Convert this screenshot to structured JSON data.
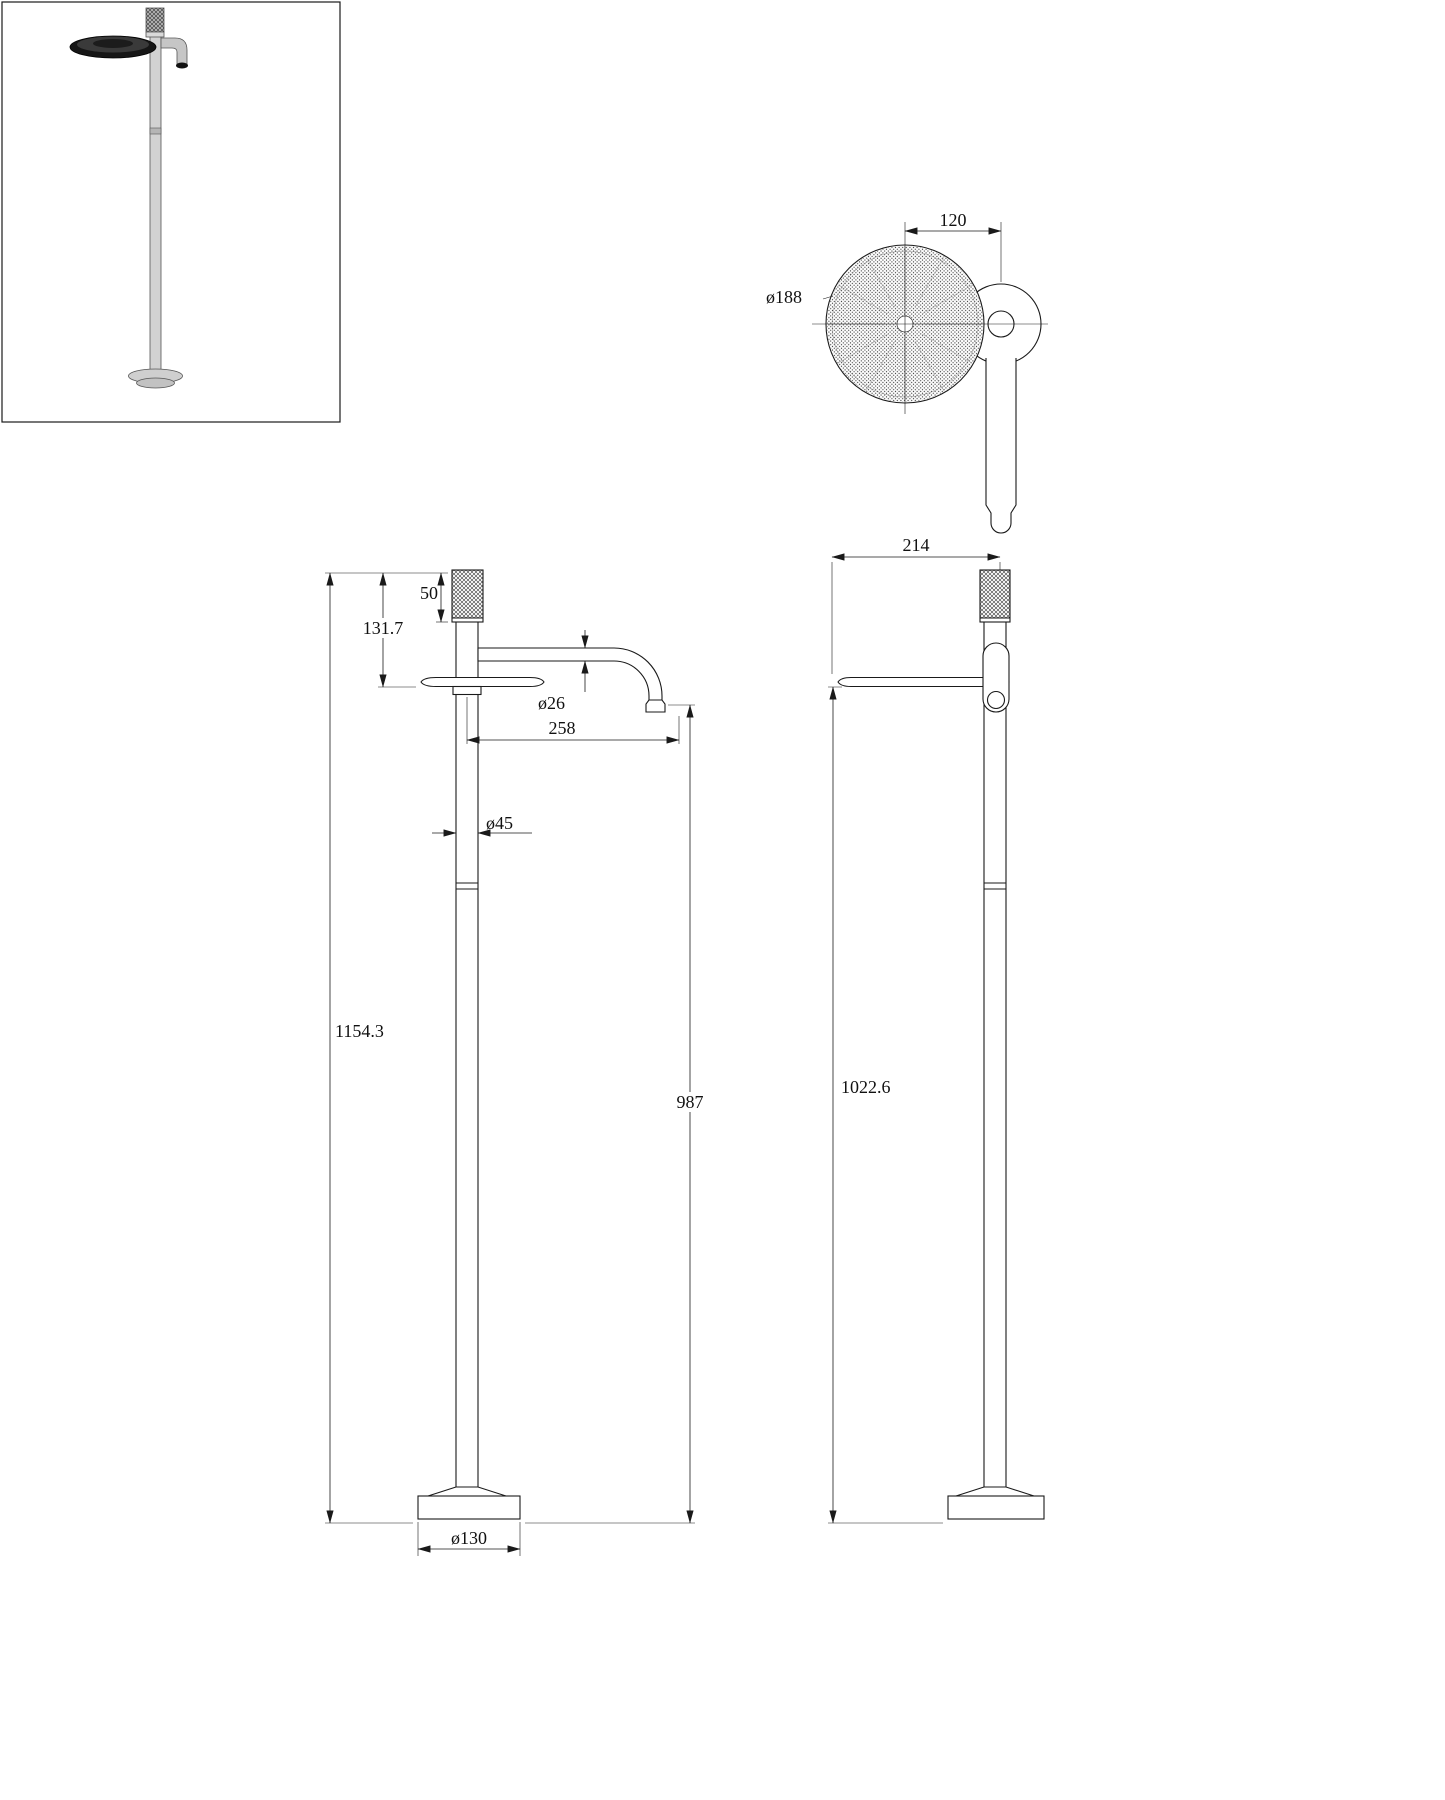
{
  "drawing": {
    "colors": {
      "line": "#1a1a1a",
      "background": "#ffffff"
    },
    "top_view": {
      "dim_disc_diameter": "ø188",
      "dim_handle_offset": "120"
    },
    "front_view": {
      "dim_knob_height": "50",
      "dim_top_to_tray": "131.7",
      "dim_spout_diameter": "ø26",
      "dim_spout_reach": "258",
      "dim_pole_diameter": "ø45",
      "dim_total_height": "1154.3",
      "dim_spout_outlet_height": "987",
      "dim_base_diameter": "ø130"
    },
    "side_view": {
      "dim_depth": "214",
      "dim_tray_height": "1022.6"
    }
  }
}
